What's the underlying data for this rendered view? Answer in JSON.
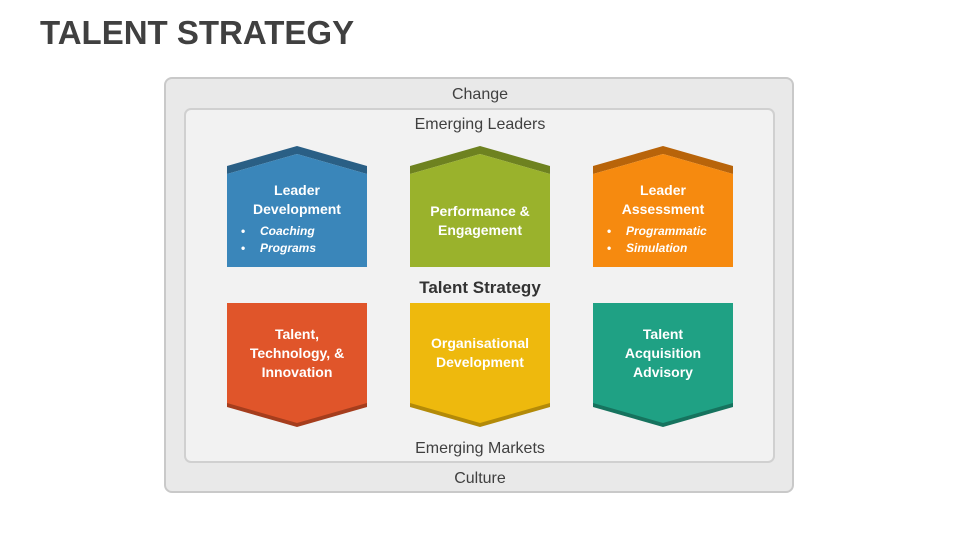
{
  "title": "TALENT STRATEGY",
  "outer": {
    "top": "Change",
    "bottom": "Culture"
  },
  "inner": {
    "top": "Emerging Leaders",
    "bottom": "Emerging Markets"
  },
  "center_label": "Talent Strategy",
  "cards": [
    {
      "lines": [
        "Leader",
        "Development"
      ],
      "bullets": [
        "Coaching",
        "Programs"
      ],
      "color": "#3a86ba",
      "dark": "#2a5f85",
      "shape": "up"
    },
    {
      "lines": [
        "Performance &",
        "Engagement"
      ],
      "bullets": [],
      "color": "#9ab22c",
      "dark": "#6e8220",
      "shape": "up"
    },
    {
      "lines": [
        "Leader",
        "Assessment"
      ],
      "bullets": [
        "Programmatic",
        "Simulation"
      ],
      "color": "#f68a0f",
      "dark": "#b8640a",
      "shape": "up"
    },
    {
      "lines": [
        "Talent,",
        "Technology, &",
        "Innovation"
      ],
      "bullets": [],
      "color": "#e0552a",
      "dark": "#a53d1d",
      "shape": "down"
    },
    {
      "lines": [
        "Organisational",
        "Development"
      ],
      "bullets": [],
      "color": "#eeb90d",
      "dark": "#b38a08",
      "shape": "down"
    },
    {
      "lines": [
        "Talent",
        "Acquisition",
        "Advisory"
      ],
      "bullets": [],
      "color": "#1fa184",
      "dark": "#16735e",
      "shape": "down"
    }
  ]
}
